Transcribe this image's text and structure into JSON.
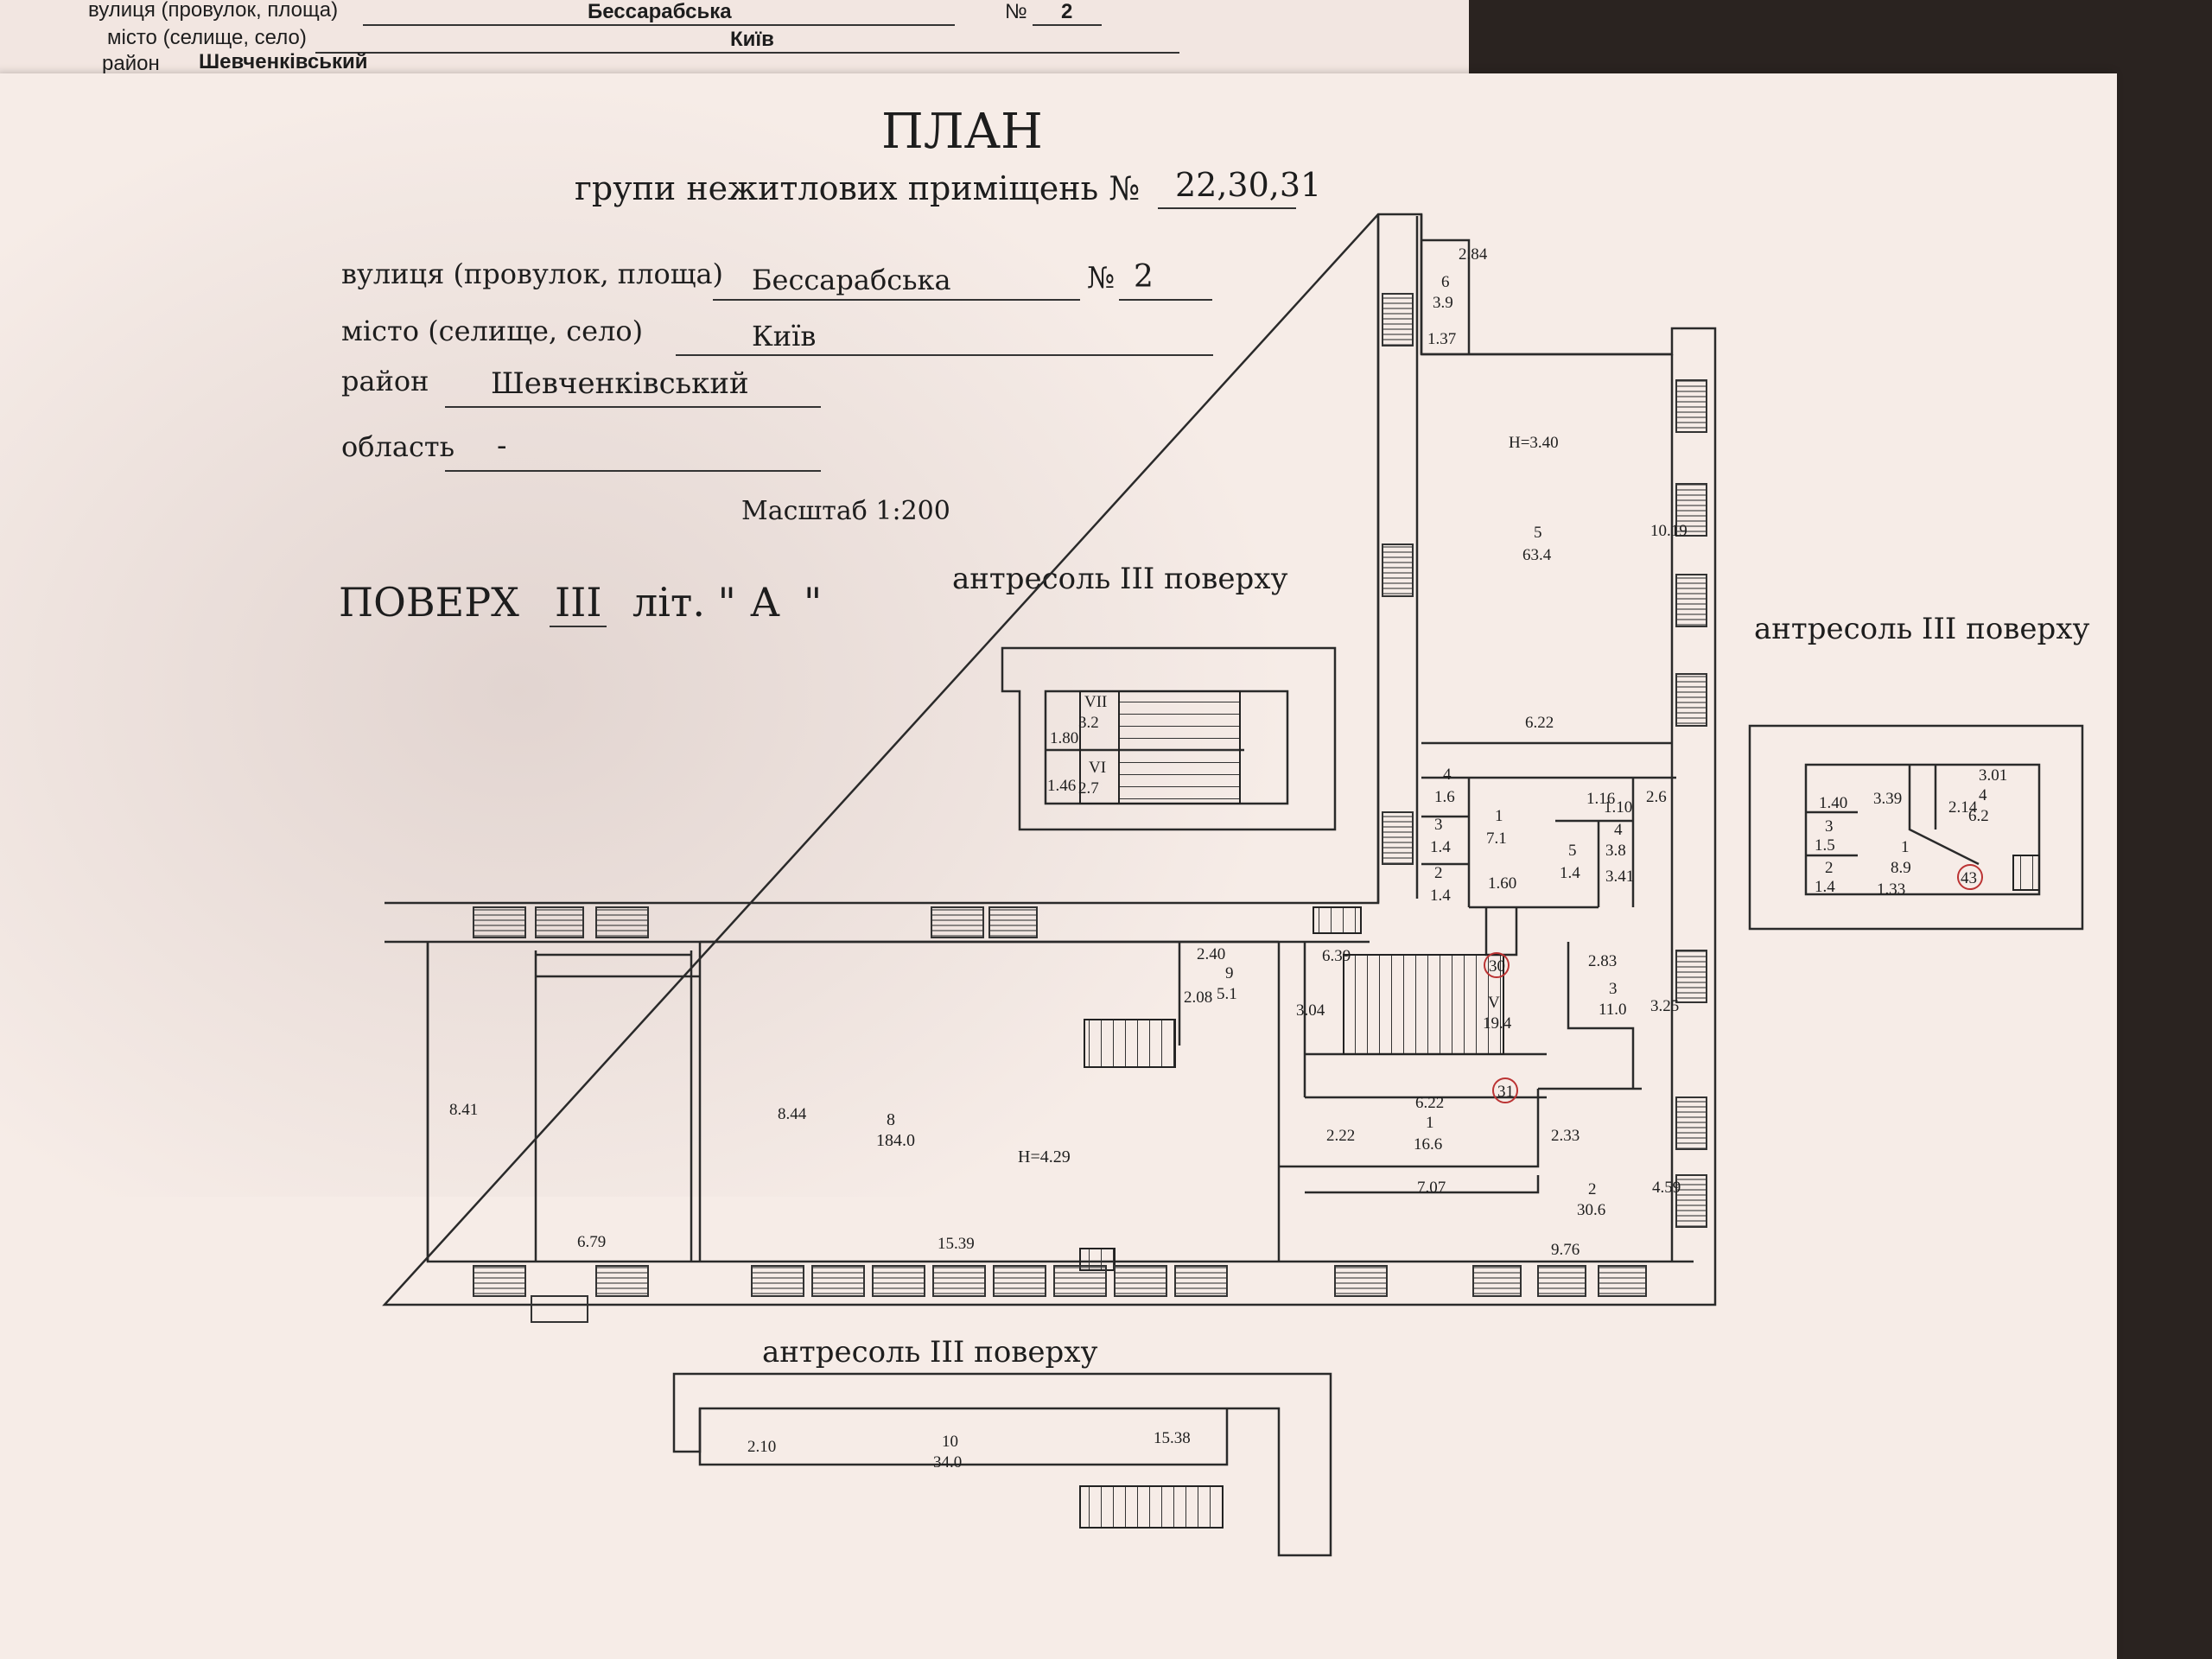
{
  "top_form": {
    "street_label": "вулиця (провулок, площа)",
    "street_value": "Бессарабська",
    "no_label": "№",
    "no_value": "2",
    "city_label": "місто (селище, село)",
    "city_value": "Київ",
    "district_label": "район",
    "district_value": "Шевченківський"
  },
  "header": {
    "title": "ПЛАН",
    "subtitle": "групи нежитлових приміщень №",
    "group_numbers": "22,30,31",
    "street_label": "вулиця (провулок, площа)",
    "street_value": "Бессарабська",
    "no_label": "№",
    "no_value": "2",
    "city_label": "місто (селище, село)",
    "city_value": "Київ",
    "district_label": "район",
    "district_value": "Шевченківський",
    "region_label": "область",
    "region_value": "-",
    "scale": "Масштаб 1:200",
    "floor_prefix": "ПОВЕРХ",
    "floor_value": "III",
    "lit_label": "літ. \"",
    "lit_value": "А",
    "lit_close": "\""
  },
  "section_labels": {
    "mezz_top": "антресоль III поверху",
    "mezz_right": "антресоль III поверху",
    "mezz_bottom": "антресоль III поверху"
  },
  "plan_labels": {
    "r6_num": "6",
    "r6_area": "3.9",
    "r6_w": "1.37",
    "r6_h": "2.84",
    "r5_height": "H=3.40",
    "r5_num": "5",
    "r5_area": "63.4",
    "r5_len": "10.19",
    "r5_w": "6.22",
    "r4s_num": "4",
    "r4s_area": "1.6",
    "r3s_num": "3",
    "r3s_area": "1.4",
    "r2s_num": "2",
    "r2s_area": "1.4",
    "r1s_num": "1",
    "r1s_area": "7.1",
    "r1s_w": "1.60",
    "r5s_num": "5",
    "r5s_area": "1.4",
    "r5s_h": "1.16",
    "r4b_num": "4",
    "r4b_area": "3.8",
    "r4b_w": "1.10",
    "r4b_h": "3.41",
    "r4b_x": "2.6",
    "r9_num": "9",
    "r9_area": "5.1",
    "r9_w": "2.40",
    "r9_h": "2.08",
    "r8_num": "8",
    "r8_area": "184.0",
    "r8_height": "H=4.29",
    "r8_h": "8.44",
    "r8_w": "15.39",
    "rl_h": "8.41",
    "rl_w": "6.79",
    "stair_w": "6.39",
    "stair_h": "3.04",
    "stair_num": "V",
    "stair_area": "19.4",
    "circle_30": "30",
    "circle_31": "31",
    "r3c_num": "3",
    "r3c_area": "11.0",
    "r3c_w": "2.83",
    "r3c_h": "3.25",
    "r1c_num": "1",
    "r1c_area": "16.6",
    "r1c_w": "6.22",
    "r1c_h": "2.22",
    "r1c_w2": "7.07",
    "r2c_num": "2",
    "r2c_area": "30.6",
    "r2c_h": "2.33",
    "r2c_h2": "4.59",
    "r2c_w": "9.76",
    "m_vii_num": "VII",
    "m_vii_area": "3.2",
    "m_vii_w": "1.80",
    "m_vi_num": "VI",
    "m_vi_area": "2.7",
    "m_vi_h": "1.46",
    "mr_w1": "1.40",
    "mr_h1": "3.39",
    "mr_w2": "3.01",
    "mr_h2": "2.14",
    "mr3_num": "3",
    "mr3_area": "1.5",
    "mr2_num": "2",
    "mr2_area": "1.4",
    "mr1_num": "1",
    "mr1_area": "8.9",
    "mr1_w": "1.33",
    "mr4_num": "4",
    "mr4_area": "6.2",
    "circle_43": "43",
    "mb_h": "2.10",
    "mb_num": "10",
    "mb_area": "34.0",
    "mb_w": "15.38"
  }
}
